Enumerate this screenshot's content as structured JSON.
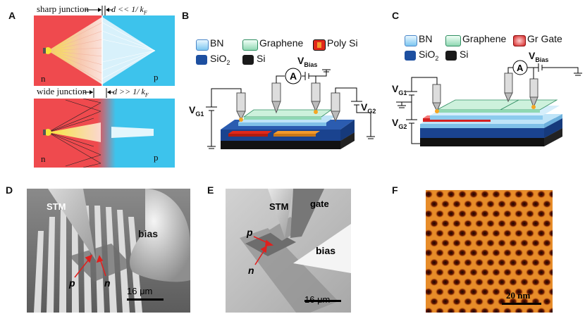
{
  "panels": {
    "A": {
      "label": "A",
      "sharp_title": "sharp junction",
      "sharp_d": "d << 1/ k",
      "sharp_sub": "F",
      "wide_title": "wide junction",
      "wide_d": "d >> 1/ k",
      "wide_sub": "F",
      "n": "n",
      "p": "p",
      "colors": {
        "n_region": "#ef4a4e",
        "p_region": "#3dc3ec",
        "source": "#f5e63a"
      }
    },
    "B": {
      "label": "B",
      "legend": {
        "bn": "BN",
        "graphene": "Graphene",
        "polysi": "Poly Si",
        "sio2": "SiO",
        "sio2_sub": "2",
        "si": "Si"
      },
      "ammeter": "A",
      "vbias": "V",
      "vbias_sub": "Bias",
      "vg1": "V",
      "vg1_sub": "G1",
      "vg2": "V",
      "vg2_sub": "G2"
    },
    "C": {
      "label": "C",
      "legend": {
        "bn": "BN",
        "graphene": "Graphene",
        "grgate": "Gr Gate",
        "sio2": "SiO",
        "sio2_sub": "2",
        "si": "Si"
      },
      "ammeter": "A",
      "vbias": "V",
      "vbias_sub": "Bias",
      "vg1": "V",
      "vg1_sub": "G1",
      "vg2": "V",
      "vg2_sub": "G2"
    },
    "D": {
      "label": "D",
      "stm": "STM",
      "bias": "bias",
      "p": "p",
      "n": "n",
      "scale": "16 μm"
    },
    "E": {
      "label": "E",
      "stm": "STM",
      "gate": "gate",
      "bias": "bias",
      "p": "p",
      "n": "n",
      "scale": "16 μm"
    },
    "F": {
      "label": "F",
      "scale": "20 nm"
    }
  }
}
